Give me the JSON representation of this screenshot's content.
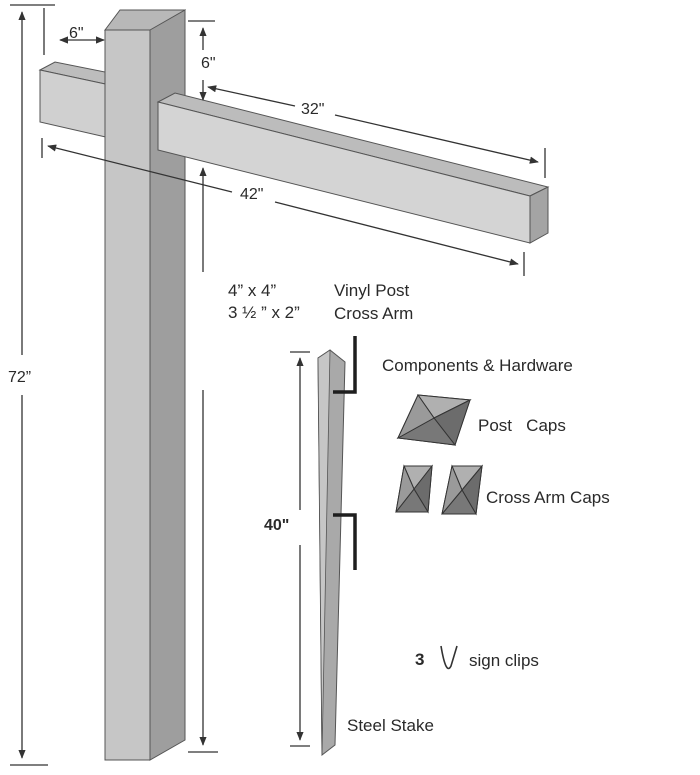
{
  "dimensions": {
    "post_height": "72”",
    "post_width": "6\"",
    "arm_offset": "6\"",
    "arm_length_outer": "32\"",
    "arm_length_total": "42\"",
    "stake_length": "40\""
  },
  "specs": {
    "post_size": "4” x 4”",
    "post_name": "Vinyl Post",
    "arm_size": "3 ½ ” x 2”",
    "arm_name": "Cross Arm"
  },
  "components": {
    "heading": "Components & Hardware",
    "post_caps": "Post   Caps",
    "cross_arm_caps": "Cross Arm Caps",
    "clips_count": "3",
    "clips_label": "sign clips",
    "steel_stake": "Steel Stake"
  },
  "colors": {
    "post_front": "#c4c4c4",
    "post_side": "#9e9e9e",
    "post_top": "#b8b8b8",
    "arm_front": "#d2d2d2",
    "arm_top": "#bdbdbd",
    "cap": "#7a7a7a",
    "stake": "#a9a9a9",
    "hardware": "#1e1e1e",
    "line": "#333333"
  }
}
